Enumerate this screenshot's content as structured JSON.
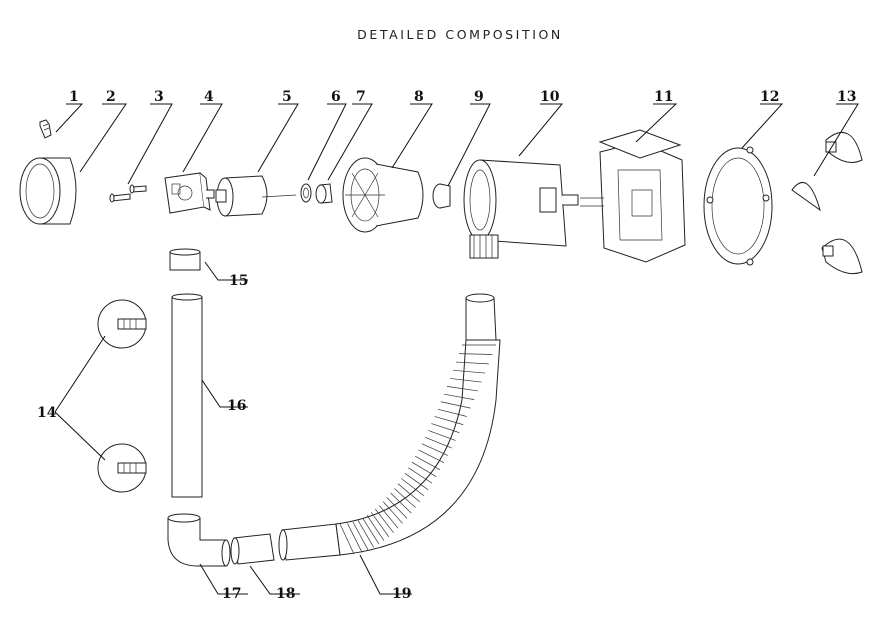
{
  "title": "DETAILED COMPOSITION",
  "labels": [
    "1",
    "2",
    "3",
    "4",
    "5",
    "6",
    "7",
    "8",
    "9",
    "10",
    "11",
    "12",
    "13",
    "14",
    "15",
    "16",
    "17",
    "18",
    "19"
  ],
  "colors": {
    "line": "#111111",
    "background": "#ffffff"
  }
}
